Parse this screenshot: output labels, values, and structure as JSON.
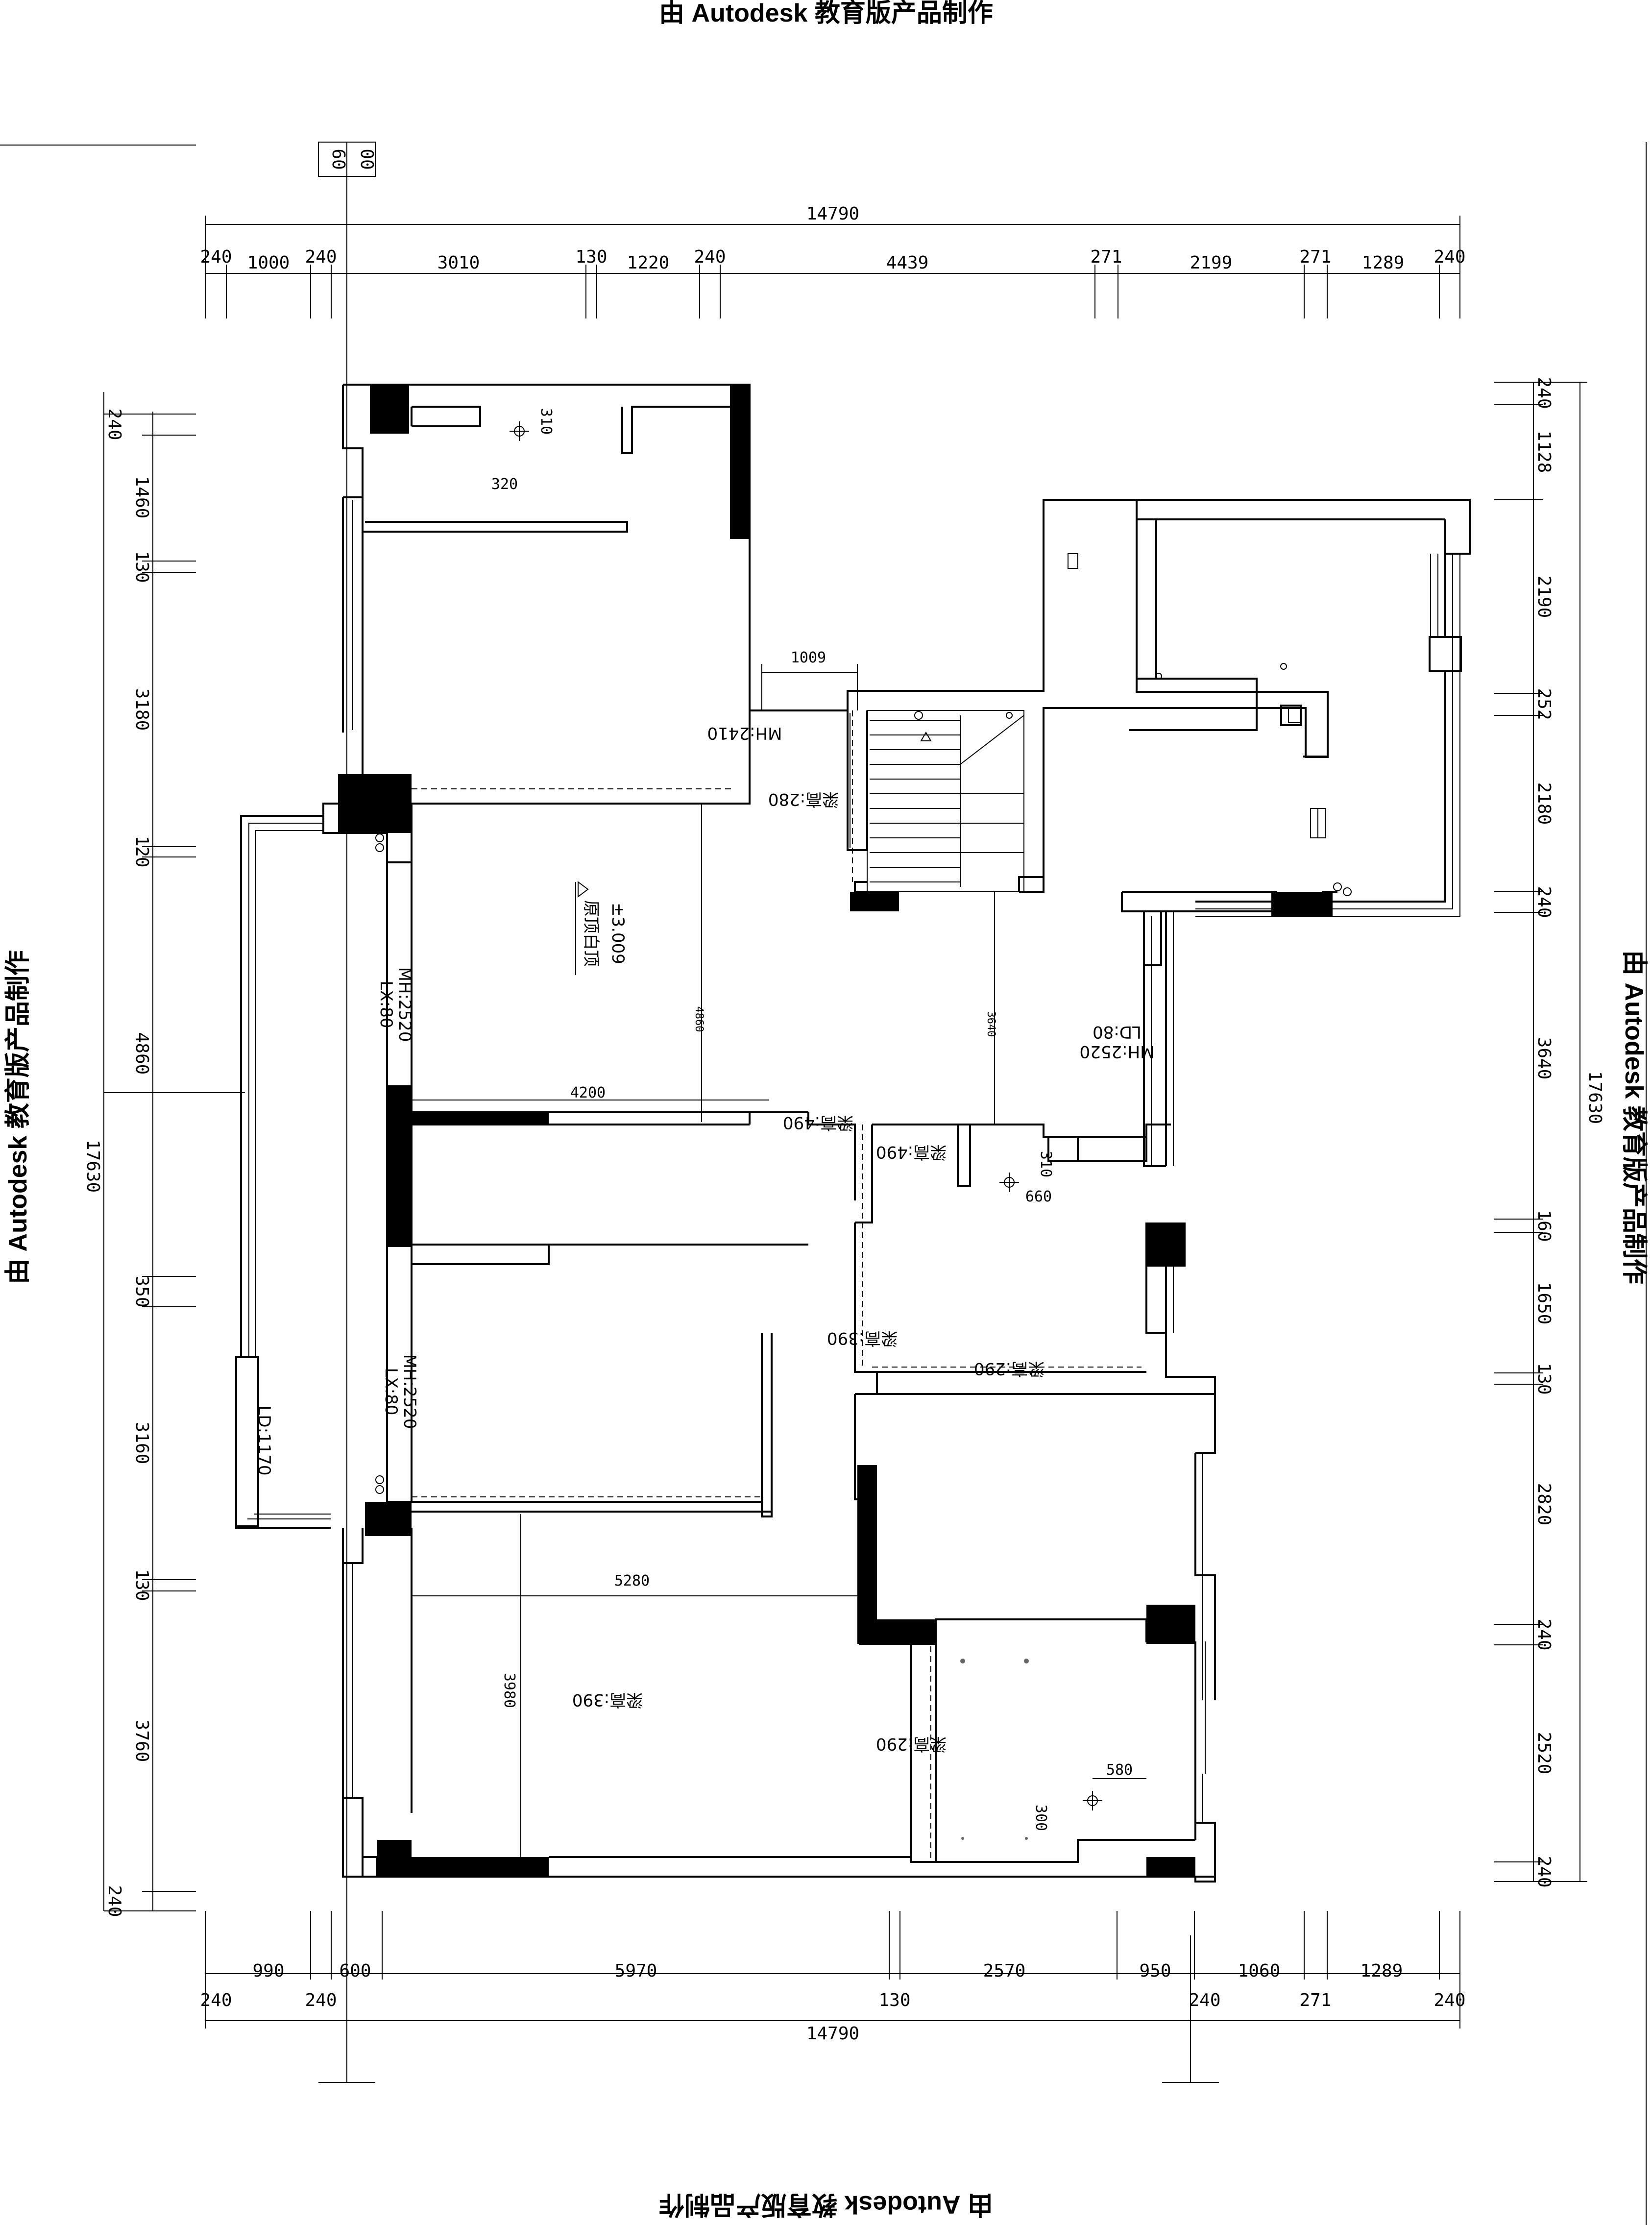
{
  "watermark": {
    "top": "由 Autodesk 教育版产品制作",
    "bottom": "由 Autodesk 教育版产品制作",
    "left": "由 Autodesk 教育版产品制作",
    "right": "由 Autodesk 教育版产品制作"
  },
  "axis_tags": [
    "60",
    "00"
  ],
  "dims_top_total": "14790",
  "dims_top": [
    "240",
    "1000",
    "240",
    "3010",
    "130",
    "1220",
    "240",
    "4439",
    "271",
    "2199",
    "271",
    "1289",
    "240"
  ],
  "dims_bottom_total": "14790",
  "dims_bottom_row1": [
    "990",
    "600",
    "5970",
    "2570",
    "950",
    "1060",
    "1289"
  ],
  "dims_bottom_row2": [
    "240",
    "240",
    "130",
    "240",
    "271",
    "240"
  ],
  "dims_left_total": "17630",
  "dims_left": [
    "240",
    "1460",
    "130",
    "3180",
    "120",
    "4860",
    "350",
    "3160",
    "130",
    "3760",
    "240"
  ],
  "dims_right_total": "17630",
  "dims_right": [
    "240",
    "1128",
    "2190",
    "252",
    "2180",
    "240",
    "3640",
    "160",
    "1650",
    "130",
    "2820",
    "240",
    "2520",
    "240"
  ],
  "room_labels": {
    "mh2410": "MH:2410",
    "liang280": "梁高:280",
    "elev": "±3.009",
    "ceiling": "原顶白顶",
    "mh2520_a": "MH:2520",
    "lx80_a": "LX:80",
    "mh2520_b": "MH:2520",
    "lx80_b": "LX:80",
    "mh2520_c": "MH:2520",
    "ld80": "LD:80",
    "liang490_a": "梁高:490",
    "liang490_b": "梁高:490",
    "liang390_a": "梁高:390",
    "liang290_a": "梁高:290",
    "liang390_b": "梁高:390",
    "liang290_b": "梁高:290",
    "ld1170": "LD:1170"
  },
  "inner_dims": {
    "d1009": "1009",
    "d310a": "310",
    "d320": "320",
    "d4860": "4860",
    "d3640": "3640",
    "d4200": "4200",
    "d310b": "310",
    "d660": "660",
    "d5280": "5280",
    "d3980": "3980",
    "d580": "580",
    "d300": "300"
  }
}
